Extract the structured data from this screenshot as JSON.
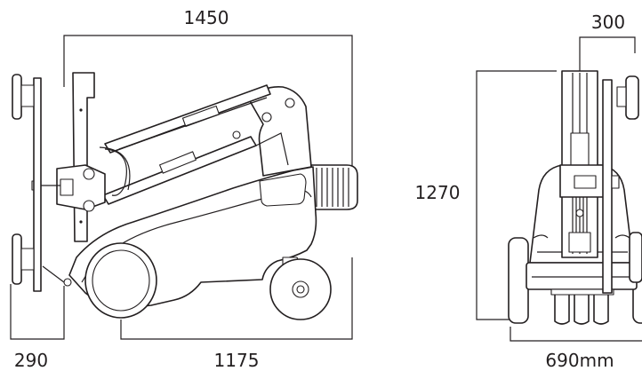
{
  "dimensions": {
    "side_overall_length": "1450",
    "side_front_overhang": "290",
    "side_wheelbase_length": "1175",
    "front_height": "1270",
    "front_top_width": "300",
    "front_base_width": "690mm"
  },
  "colors": {
    "line": "#231f20",
    "background": "#ffffff"
  }
}
